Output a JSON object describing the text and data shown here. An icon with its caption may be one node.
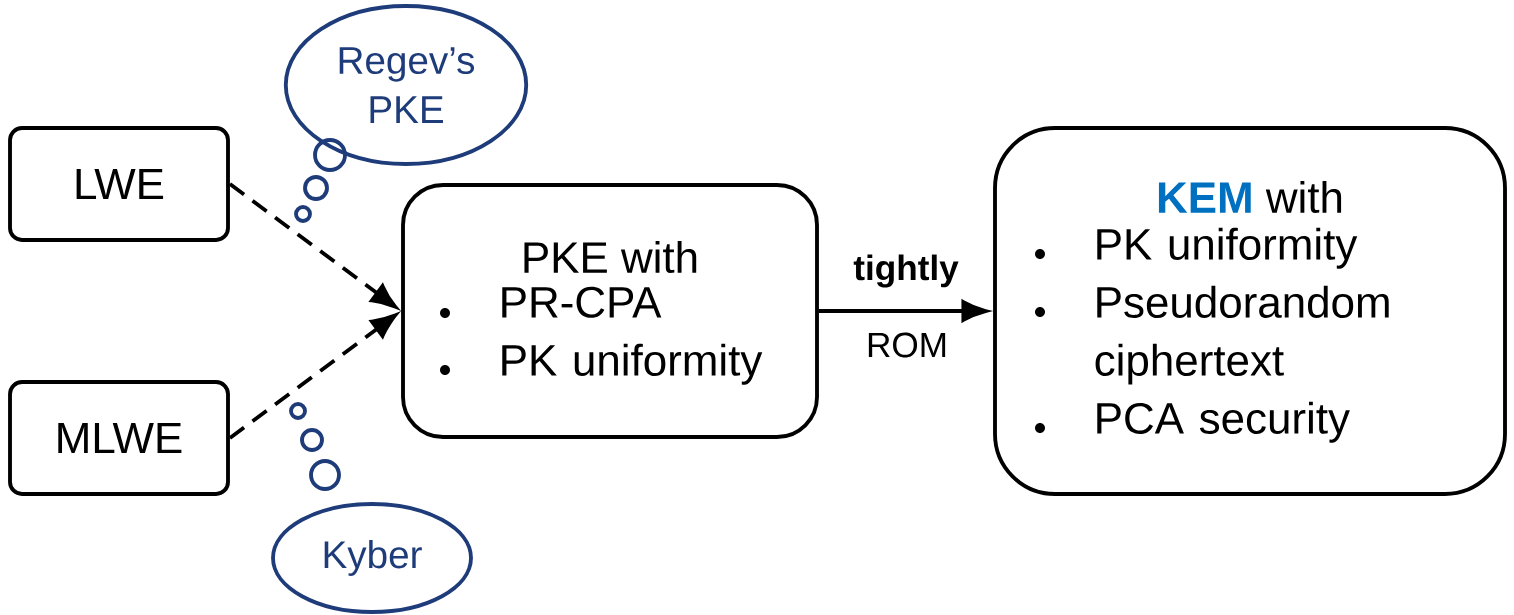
{
  "diagram": {
    "nodes": [
      {
        "text": [
          "LWE"
        ]
      },
      {
        "text": [
          "MLWE"
        ]
      },
      {
        "text": [
          "Regev’s PKE"
        ]
      },
      {
        "text": [
          "Kyber"
        ]
      },
      {
        "text": [
          "PKE with",
          "PR-CPA",
          "PK uniformity"
        ]
      },
      {
        "text": [
          "KEM",
          "with",
          "PK uniformity",
          "Pseudorandom ciphertext",
          "PCA security"
        ]
      }
    ],
    "edges": [
      {
        "from": 0,
        "to": 4,
        "arrow": "to",
        "style": "dashed"
      },
      {
        "from": 1,
        "to": 4,
        "arrow": "to",
        "style": "dashed"
      },
      {
        "from": 4,
        "to": 5,
        "arrow": "to",
        "label": "tightly"
      }
    ],
    "labels": [
      "ROM"
    ]
  }
}
